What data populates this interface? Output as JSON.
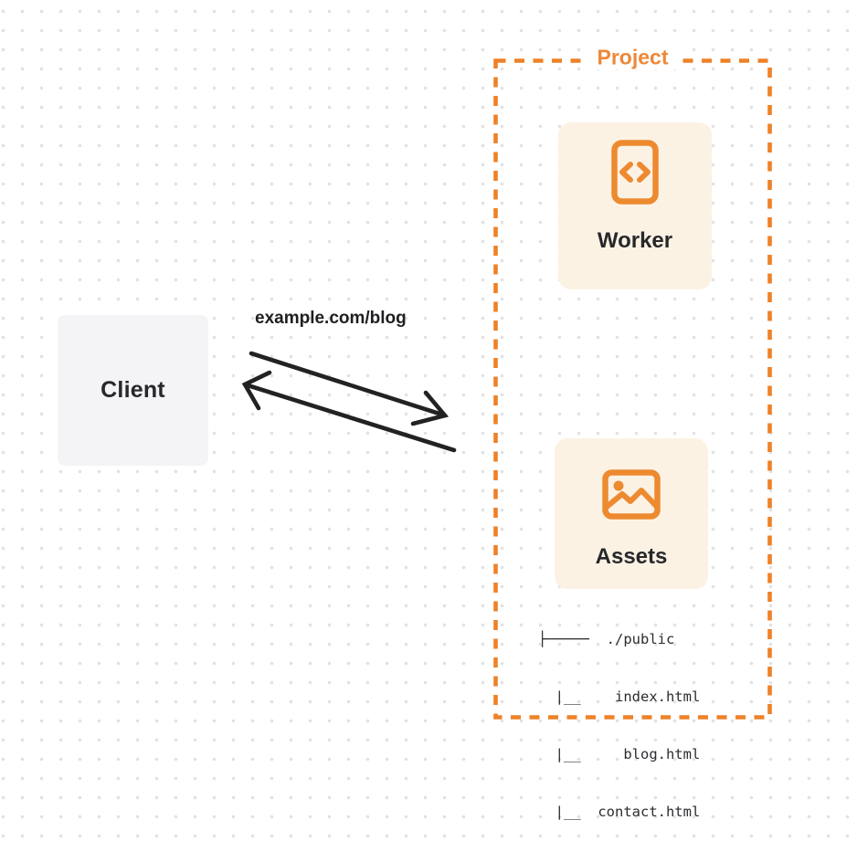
{
  "client": {
    "label": "Client"
  },
  "request": {
    "label": "example.com/blog"
  },
  "project": {
    "label": "Project",
    "cards": [
      {
        "label": "Worker",
        "icon": "code-file-icon"
      },
      {
        "label": "Assets",
        "icon": "image-icon"
      }
    ],
    "file_tree": {
      "lines": [
        "├─────  ./public",
        "  |__    index.html",
        "  |__     blog.html",
        "  |__  contact.html"
      ]
    }
  },
  "colors": {
    "accent_orange": "#EE8838",
    "card_fill": "#FCF2E4",
    "client_fill": "#F4F4F6",
    "ink": "#26282B",
    "arrow": "#222222",
    "dot_grid": "#E2E2E5"
  }
}
